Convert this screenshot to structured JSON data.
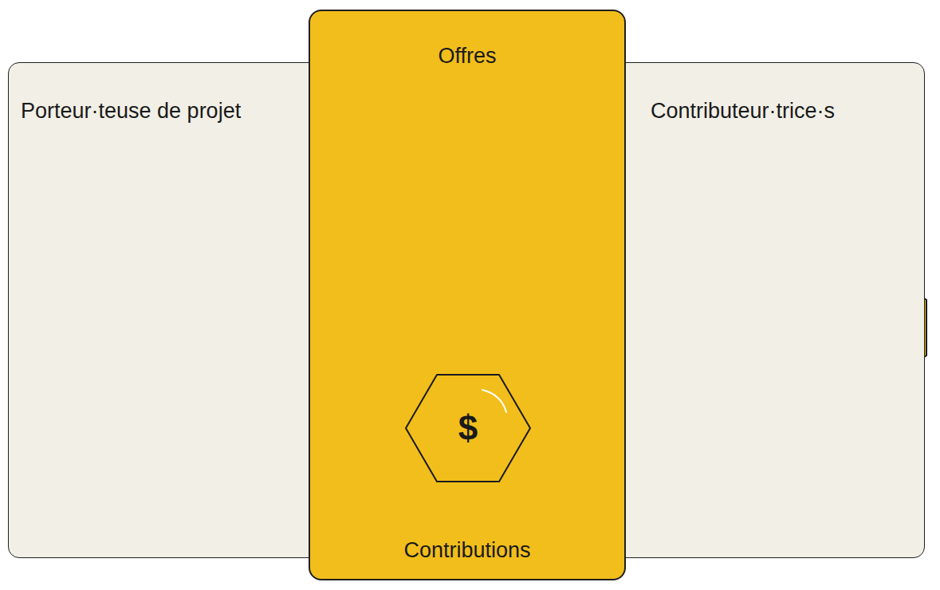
{
  "diagram": {
    "nodes": [
      {
        "text": [
          "Porteur·teuse de projet"
        ]
      },
      {
        "text": [
          "Offres",
          "Contributions"
        ]
      },
      {
        "text": [
          "$"
        ],
        "in": 1
      },
      {
        "text": [
          "Contributeur·trice·s"
        ]
      }
    ]
  }
}
